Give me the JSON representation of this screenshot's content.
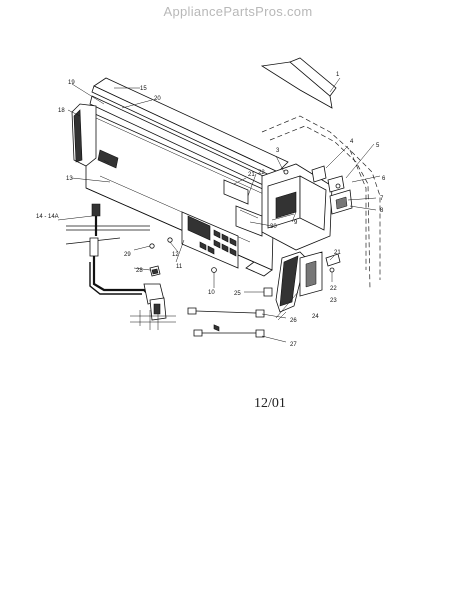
{
  "watermark": "AppliancePartsPros.com",
  "date_code": "12/01",
  "callouts": [
    "1",
    "4",
    "5",
    "6",
    "7",
    "8",
    "3",
    "19",
    "15",
    "20",
    "18",
    "13",
    "21",
    "22",
    "9",
    "30",
    "14 - 14A",
    "29",
    "12",
    "11",
    "28",
    "10",
    "25",
    "21",
    "22",
    "23",
    "24",
    "26",
    "27"
  ]
}
